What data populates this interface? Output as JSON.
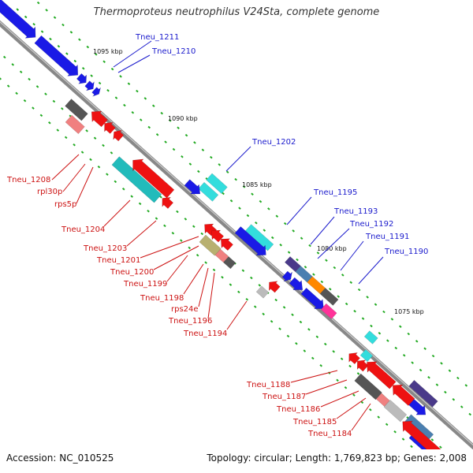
{
  "title": "Thermoproteus neutrophilus V24Sta, complete genome",
  "accession": "Accession: NC_010525",
  "topology": "Topology: circular; Length: 1,769,823 bp; Genes: 2,008",
  "scale_labels": [
    "1095 kbp",
    "1090 kbp",
    "1085 kbp",
    "1080 kbp",
    "1075 kbp"
  ],
  "upper_labels": [
    "Tneu_1211",
    "Tneu_1210",
    "Tneu_1202",
    "Tneu_1195",
    "Tneu_1193",
    "Tneu_1192",
    "Tneu_1191",
    "Tneu_1190"
  ],
  "lower_labels": [
    "Tneu_1208",
    "rpl30p",
    "rps5p",
    "Tneu_1204",
    "Tneu_1203",
    "Tneu_1201",
    "Tneu_1200",
    "Tneu_1199",
    "Tneu_1198",
    "rps24e",
    "Tneu_1196",
    "Tneu_1194",
    "Tneu_1188",
    "Tneu_1187",
    "Tneu_1186",
    "Tneu_1185",
    "Tneu_1184"
  ],
  "colors": {
    "forward": "#1a1ae6",
    "reverse": "#ee1111",
    "cyan": "#33dddd",
    "teal": "#22bbbb",
    "gray": "#555555",
    "light_gray": "#bbbbbb",
    "pink": "#f08080",
    "olive": "#b8b070",
    "purple": "#4a3a8a",
    "orange": "#ff8800",
    "magenta": "#ff3399",
    "steel": "#4a7fb0",
    "tick": "#22aa22",
    "upper_label": "#1a1acc",
    "lower_label": "#cc1111",
    "backbone": "#888888"
  }
}
